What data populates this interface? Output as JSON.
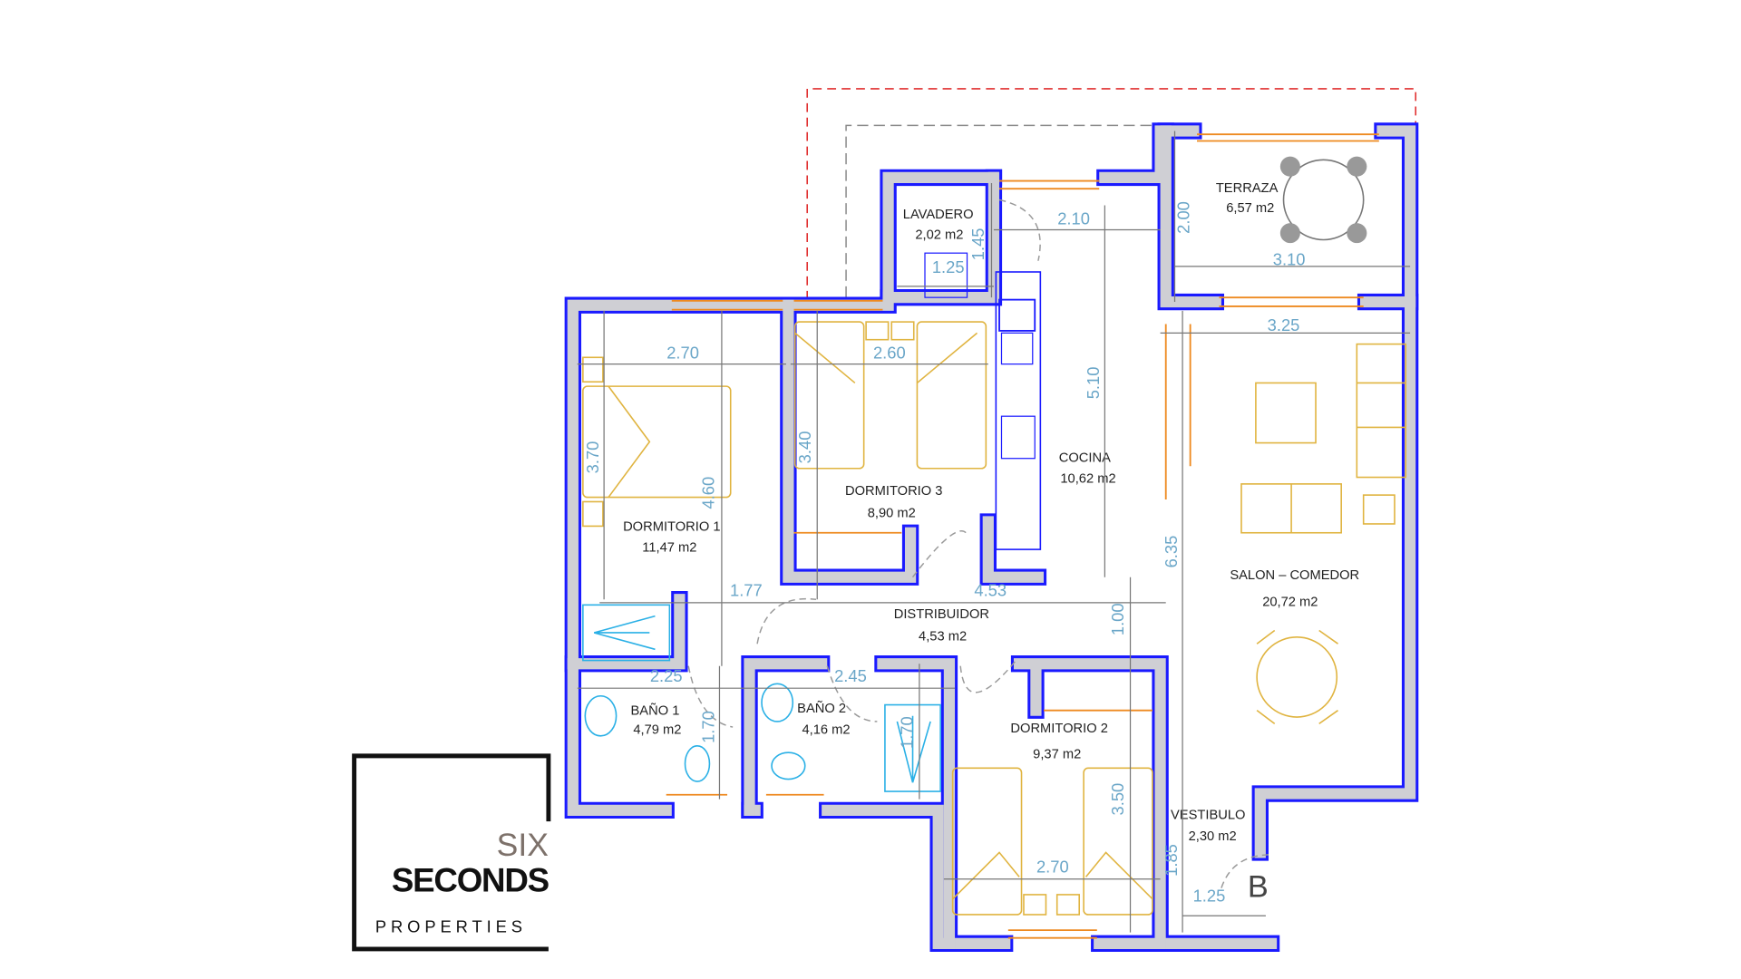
{
  "rooms": [
    {
      "name": "LAVADERO",
      "area": "2,02 m2"
    },
    {
      "name": "TERRAZA",
      "area": "6,57 m2"
    },
    {
      "name": "COCINA",
      "area": "10,62 m2"
    },
    {
      "name": "DORMITORIO 1",
      "area": "11,47 m2"
    },
    {
      "name": "DORMITORIO 3",
      "area": "8,90 m2"
    },
    {
      "name": "SALON – COMEDOR",
      "area": "20,72 m2"
    },
    {
      "name": "DISTRIBUIDOR",
      "area": "4,53 m2"
    },
    {
      "name": "BAÑO 1",
      "area": "4,79 m2"
    },
    {
      "name": "BAÑO 2",
      "area": "4,16 m2"
    },
    {
      "name": "DORMITORIO 2",
      "area": "9,37 m2"
    },
    {
      "name": "VESTIBULO",
      "area": "2,30 m2"
    }
  ],
  "dimensions": [
    "2.10",
    "1.45",
    "1.25",
    "2.00",
    "3.10",
    "3.25",
    "2.70",
    "2.60",
    "3.70",
    "4.60",
    "3.40",
    "5.10",
    "6.35",
    "1.77",
    "4.53",
    "1.00",
    "2.25",
    "2.45",
    "1.70",
    "1.70",
    "3.50",
    "2.70",
    "1.85",
    "1.25"
  ],
  "entrance_mark": "B",
  "logo": {
    "line1": "SIX",
    "line2": "SECONDS",
    "line3": "PROPERTIES"
  },
  "colors": {
    "walls": "#1a1aff",
    "wall_fill": "#cfcfd4",
    "furniture": "#e0b440",
    "sanitary": "#2ab0e6",
    "dimensions": "#6aa6c8",
    "boundary": "#e03030",
    "windows": "#ee8a20"
  }
}
